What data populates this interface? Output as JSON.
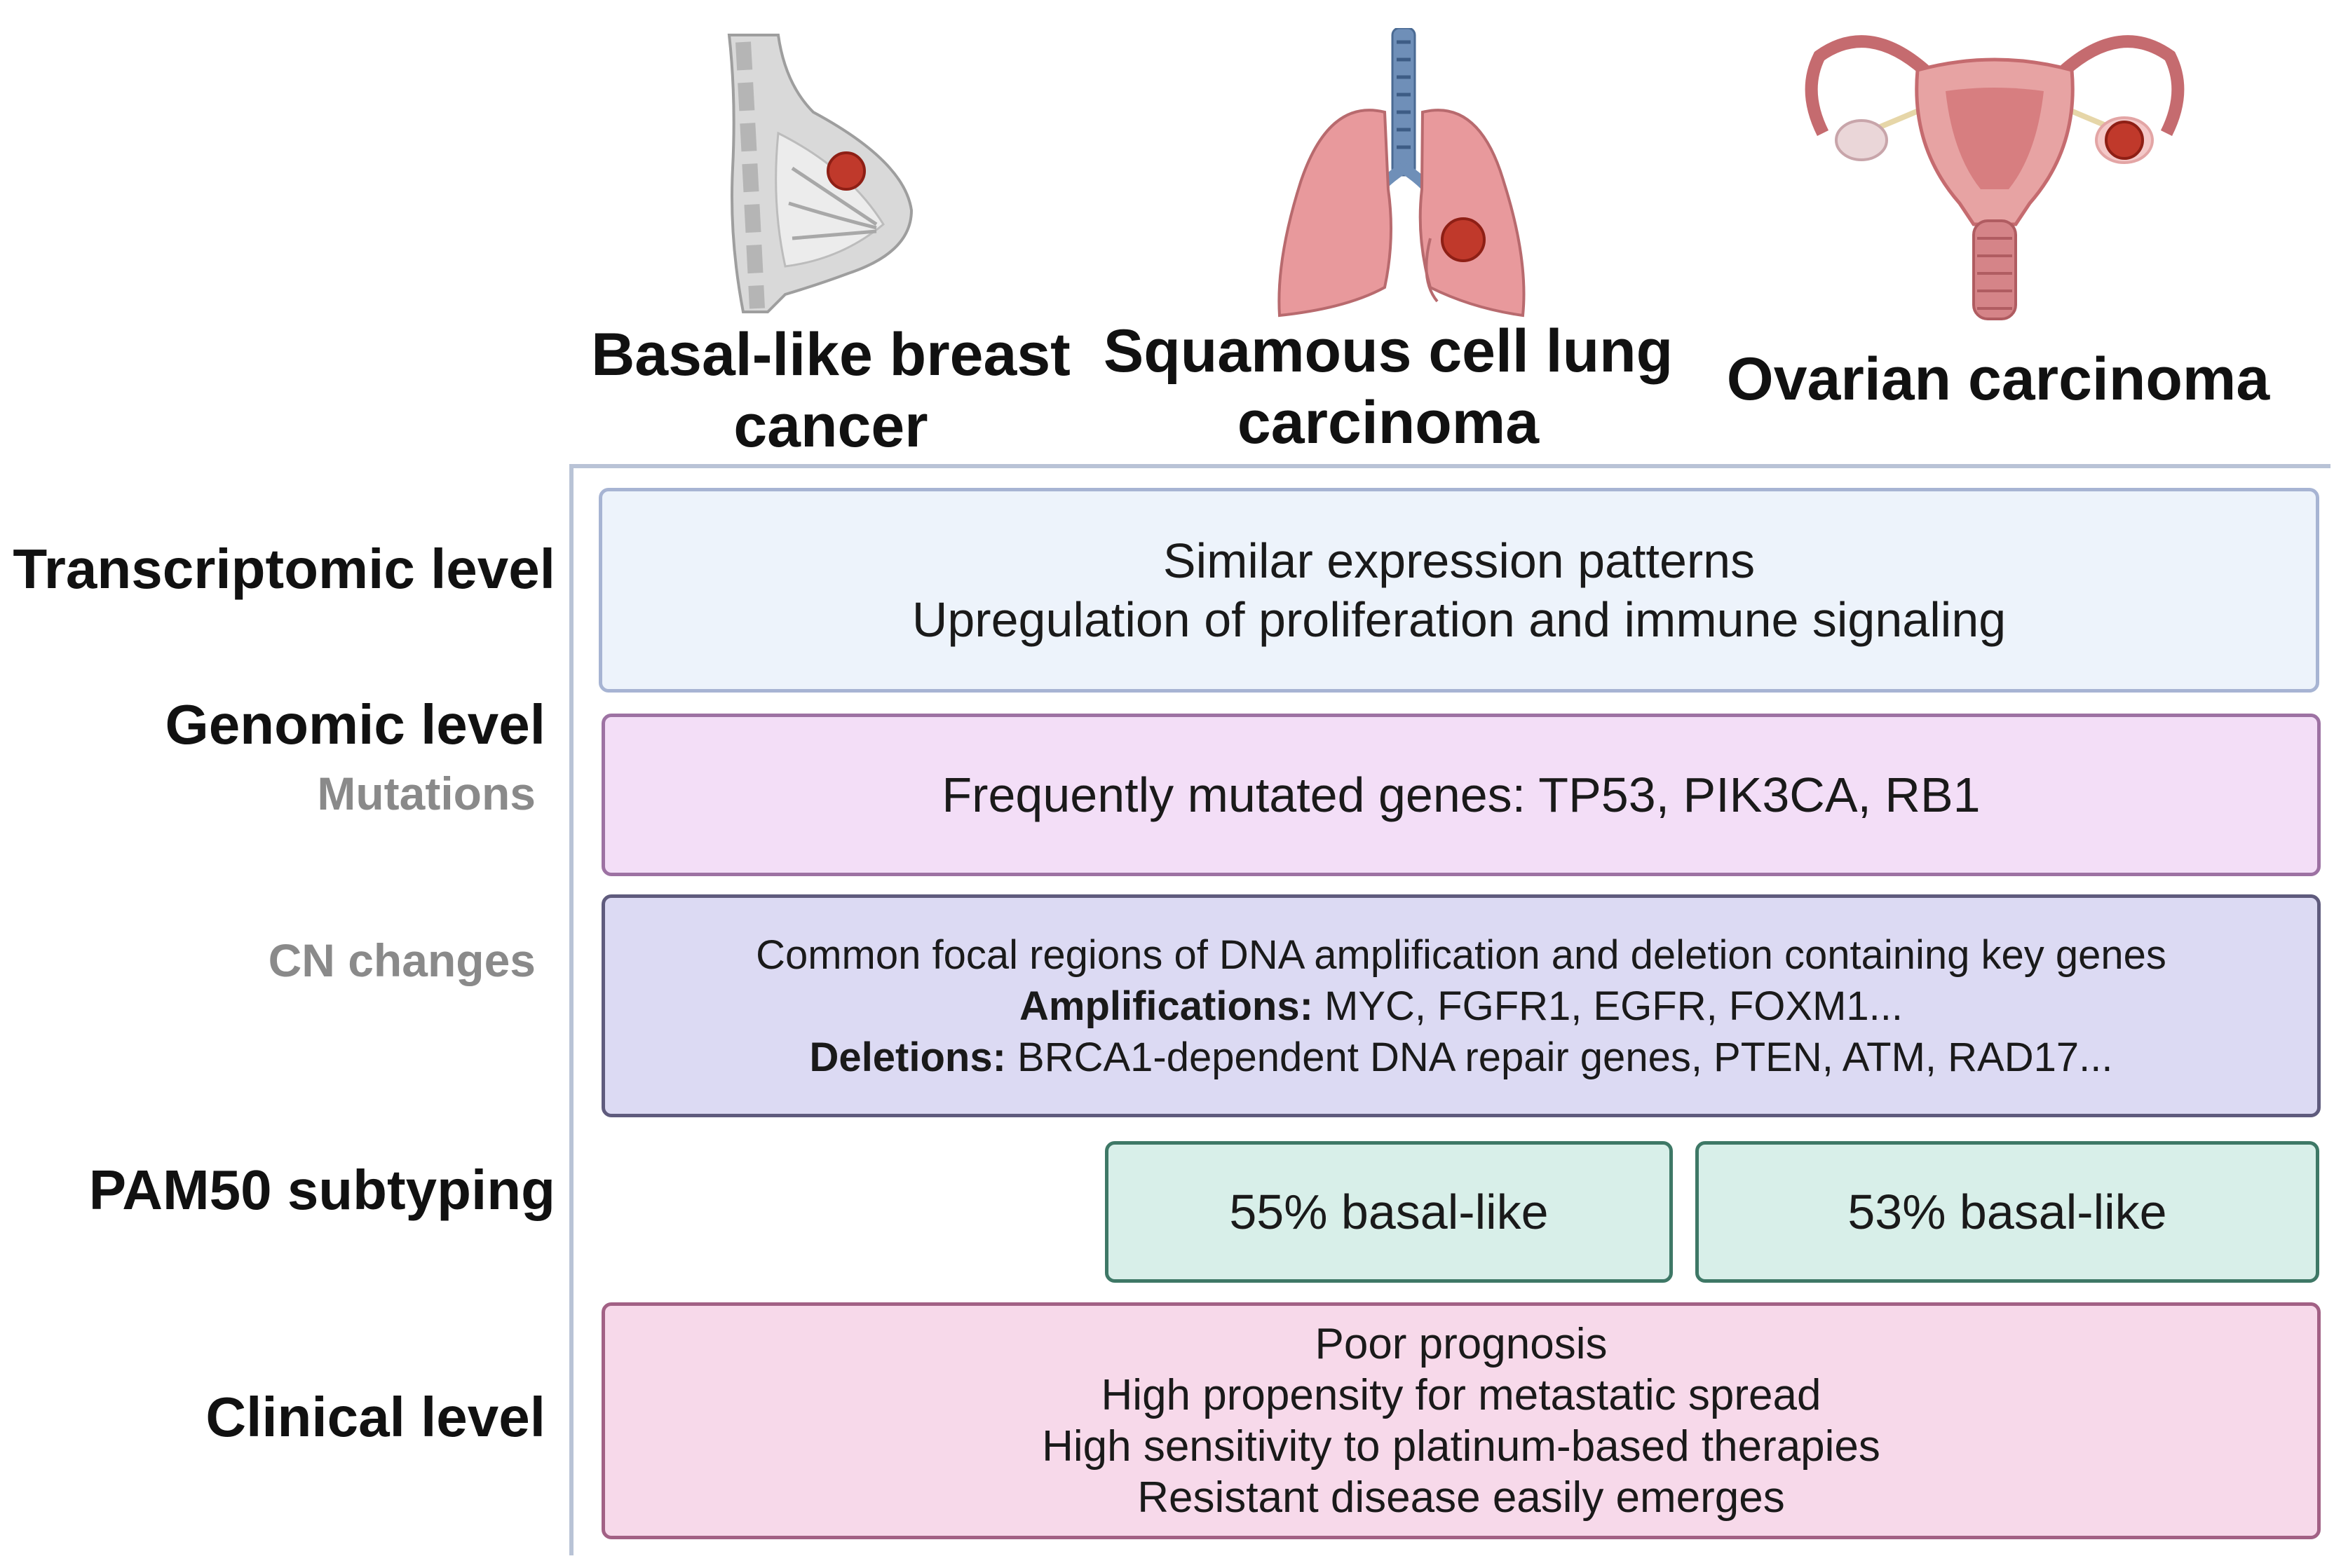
{
  "cancers": [
    {
      "lines": [
        "Basal-like breast",
        "cancer"
      ]
    },
    {
      "lines": [
        "Squamous cell lung",
        "carcinoma"
      ]
    },
    {
      "lines": [
        "Ovarian carcinoma"
      ]
    }
  ],
  "rows": {
    "transcriptomic": "Transcriptomic level",
    "genomic": "Genomic level",
    "mutations": "Mutations",
    "cn_changes": "CN changes",
    "pam50": "PAM50 subtyping",
    "clinical": "Clinical level"
  },
  "boxes": {
    "transcriptomic": [
      "Similar expression patterns",
      "Upregulation of proliferation and immune signaling"
    ],
    "mutations": "Frequently mutated genes: TP53, PIK3CA, RB1",
    "cn": {
      "line1": "Common focal regions of DNA amplification and deletion containing key genes",
      "amp_label": "Amplifications:",
      "amp_text": " MYC, FGFR1, EGFR, FOXM1...",
      "del_label": "Deletions:",
      "del_text": " BRCA1-dependent DNA repair genes, PTEN, ATM, RAD17..."
    },
    "pam50_lung": "55% basal-like",
    "pam50_ovarian": "53% basal-like",
    "clinical": [
      "Poor prognosis",
      "High propensity for metastatic spread",
      "High sensitivity to platinum-based therapies",
      "Resistant disease easily emerges"
    ]
  },
  "icons": [
    "breast-tumor-icon",
    "lungs-tumor-icon",
    "uterus-ovaries-tumor-icon"
  ],
  "colors": {
    "transcriptomic_fill": "#edf3fb",
    "mutations_fill": "#f3def7",
    "cn_fill": "#dcdaf3",
    "pam50_fill": "#d8efe9",
    "clinical_fill": "#f7d9ea",
    "tumor": "#c0392b"
  }
}
